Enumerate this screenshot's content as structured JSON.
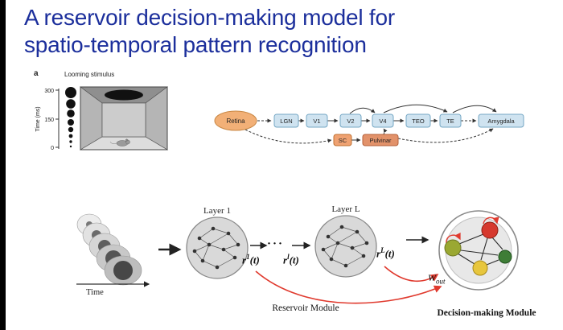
{
  "colors": {
    "title": "#1c2f9c",
    "node_red": "#d6392e",
    "node_olive": "#9aa832",
    "node_yellow": "#e7c63d",
    "node_green": "#3e7d36",
    "arrow_red": "#e03a2e",
    "retina_fill": "#f2b077",
    "sc_fill": "#efa272",
    "pulvinar_fill": "#e2926a",
    "box_blue_fill": "#cfe3f0"
  },
  "title": {
    "line1": "A reservoir decision-making model for",
    "line2": "spatio-temporal pattern recognition"
  },
  "panel_a": {
    "label": "a",
    "caption": "Looming stimulus",
    "axis_label": "Time (ms)",
    "tick_300": "300",
    "tick_150": "150",
    "tick_0": "0"
  },
  "pathway": {
    "retina": "Retina",
    "lgn": "LGN",
    "v1": "V1",
    "v2": "V2",
    "v4": "V4",
    "teo": "TEO",
    "te": "TE",
    "amygdala": "Amygdala",
    "sc": "SC",
    "pulvinar": "Pulvinar"
  },
  "reservoir": {
    "layer1": "Layer 1",
    "layerL": "Layer L",
    "time": "Time",
    "dots": "···",
    "r1": {
      "base": "r",
      "sup": "1",
      "tail": "(t)"
    },
    "rl": {
      "base": "r",
      "sup": "l",
      "tail": "(t)"
    },
    "rL": {
      "base": "r",
      "sup": "L",
      "tail": "(t)"
    },
    "wout": {
      "base": "W",
      "sub": "out"
    },
    "reservoir_module": "Reservoir Module",
    "decision_module": "Decision-making Module"
  }
}
